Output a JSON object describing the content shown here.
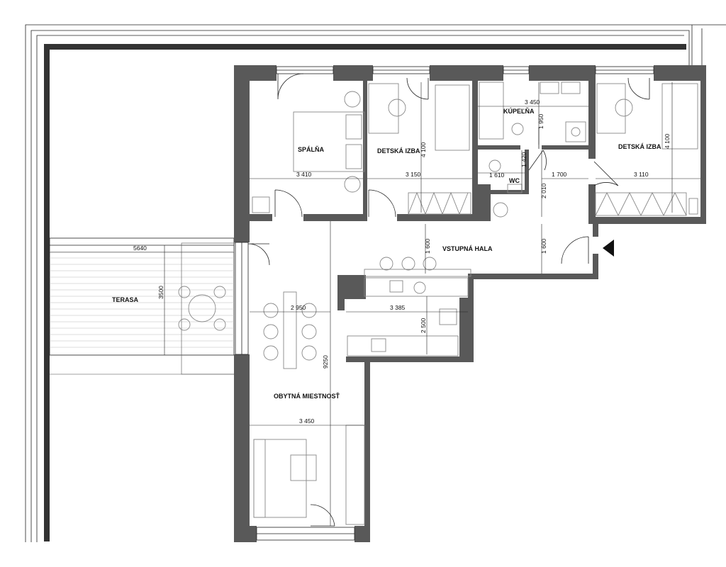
{
  "rooms": {
    "spalna": "SPÁLŇA",
    "detska_izba_1": "DETSKÁ IZBA",
    "kupelna": "KÚPEĽŇA",
    "detska_izba_2": "DETSKÁ IZBA",
    "wc": "WC",
    "vstupna_hala": "VSTUPNÁ HALA",
    "terasa": "TERASA",
    "obytna_miestnost": "OBYTNÁ MIESTNOSŤ"
  },
  "dimensions": {
    "spalna_width": "3 410",
    "detska1_width": "3 150",
    "detska1_depth": "4 100",
    "kupelna_width": "3 450",
    "kupelna_depth": "1 950",
    "detska2_width": "3 110",
    "detska2_depth": "4 100",
    "wc_width": "1 610",
    "wc_depth": "1 420",
    "hall_width": "1 700",
    "hall_depth_a": "2 010",
    "hall_depth_b": "1 600",
    "hall_depth_c": "1 600",
    "terasa_width": "5640",
    "terasa_depth": "3500",
    "dining_width": "2 950",
    "kitchen_width": "3 385",
    "kitchen_depth": "2 500",
    "living_depth": "9250",
    "living_width": "3 450"
  },
  "colors": {
    "wall": "#595959",
    "line": "#222222",
    "furniture": "#888888"
  }
}
